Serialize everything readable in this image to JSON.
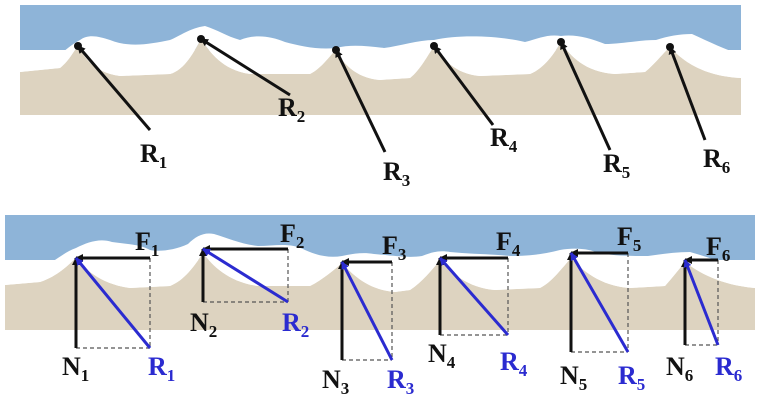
{
  "colors": {
    "water": "#8eb4d8",
    "ice": "#ffffff",
    "rock": "#ddd3c0",
    "black_arrow": "#111111",
    "blue_arrow": "#2b2bd0",
    "dashed": "#555555"
  },
  "top_panel": {
    "forces": [
      {
        "letter": "R",
        "sub": "1"
      },
      {
        "letter": "R",
        "sub": "2"
      },
      {
        "letter": "R",
        "sub": "3"
      },
      {
        "letter": "R",
        "sub": "4"
      },
      {
        "letter": "R",
        "sub": "5"
      },
      {
        "letter": "R",
        "sub": "6"
      }
    ]
  },
  "bottom_panel": {
    "contacts": [
      {
        "F": {
          "letter": "F",
          "sub": "1"
        },
        "N": {
          "letter": "N",
          "sub": "1"
        },
        "R": {
          "letter": "R",
          "sub": "1"
        }
      },
      {
        "F": {
          "letter": "F",
          "sub": "2"
        },
        "N": {
          "letter": "N",
          "sub": "2"
        },
        "R": {
          "letter": "R",
          "sub": "2"
        }
      },
      {
        "F": {
          "letter": "F",
          "sub": "3"
        },
        "N": {
          "letter": "N",
          "sub": "3"
        },
        "R": {
          "letter": "R",
          "sub": "3"
        }
      },
      {
        "F": {
          "letter": "F",
          "sub": "4"
        },
        "N": {
          "letter": "N",
          "sub": "4"
        },
        "R": {
          "letter": "R",
          "sub": "4"
        }
      },
      {
        "F": {
          "letter": "F",
          "sub": "5"
        },
        "N": {
          "letter": "N",
          "sub": "5"
        },
        "R": {
          "letter": "R",
          "sub": "5"
        }
      },
      {
        "F": {
          "letter": "F",
          "sub": "6"
        },
        "N": {
          "letter": "N",
          "sub": "6"
        },
        "R": {
          "letter": "R",
          "sub": "6"
        }
      }
    ]
  }
}
